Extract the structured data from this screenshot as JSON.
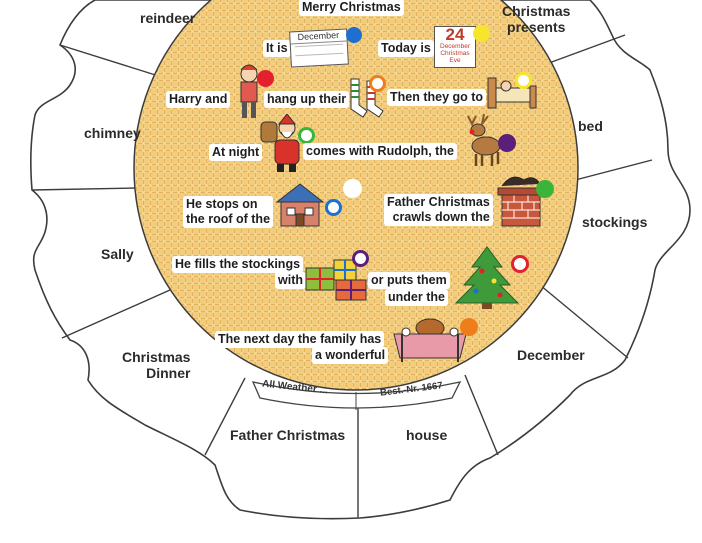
{
  "wheel_labels": {
    "reindeer": "reindeer",
    "christmas_presents": "Christmas\npresents",
    "chimney": "chimney",
    "bed": "bed",
    "sally": "Sally",
    "stockings": "stockings",
    "christmas_dinner": "Christmas\nDinner",
    "december": "December",
    "father_christmas": "Father Christmas",
    "house": "house"
  },
  "sentences": {
    "merry_christmas": "Merry Christmas",
    "it_is": "It is",
    "calendar_december": "December",
    "today_is": "Today is",
    "calendar_day": "24",
    "calendar_sub": "December\nChristmas\nEve",
    "harry_and": "Harry and",
    "hang_up_their": "hang up their",
    "then_they_go_to": "Then they go to",
    "at_night": "At night",
    "comes_with_rudolph": "comes with Rudolph, the",
    "he_stops_on": "He stops on\nthe roof of the",
    "father_christmas_crawls": "Father Christmas\ncrawls down the",
    "he_fills_the_stockings": "He fills the stockings",
    "with": "with",
    "or_puts_them": "or puts them",
    "under_the": "under the",
    "next_day_1": "The next day the family has",
    "next_day_2": "a wonderful"
  },
  "publisher": {
    "brand": "All Weather ...",
    "order_number": "Best.-Nr. 1667"
  },
  "colors": {
    "wheel_fill": "#f2c978",
    "wheel_edge": "#d8a24a",
    "outline": "#3c3c3c",
    "dot_blue": "#1f6fd1",
    "dot_yellow": "#f5e52b",
    "dot_red": "#e3202c",
    "dot_orange": "#ef7d1a",
    "dot_green": "#3bb539",
    "dot_purple": "#5a1f7a",
    "dot_white": "#ffffff"
  },
  "icons": [
    "calendar-icon",
    "girl-icon",
    "stockings-icon",
    "bed-icon",
    "santa-icon",
    "reindeer-icon",
    "house-icon",
    "chimney-icon",
    "presents-icon",
    "christmas-tree-icon",
    "dinner-table-icon"
  ]
}
